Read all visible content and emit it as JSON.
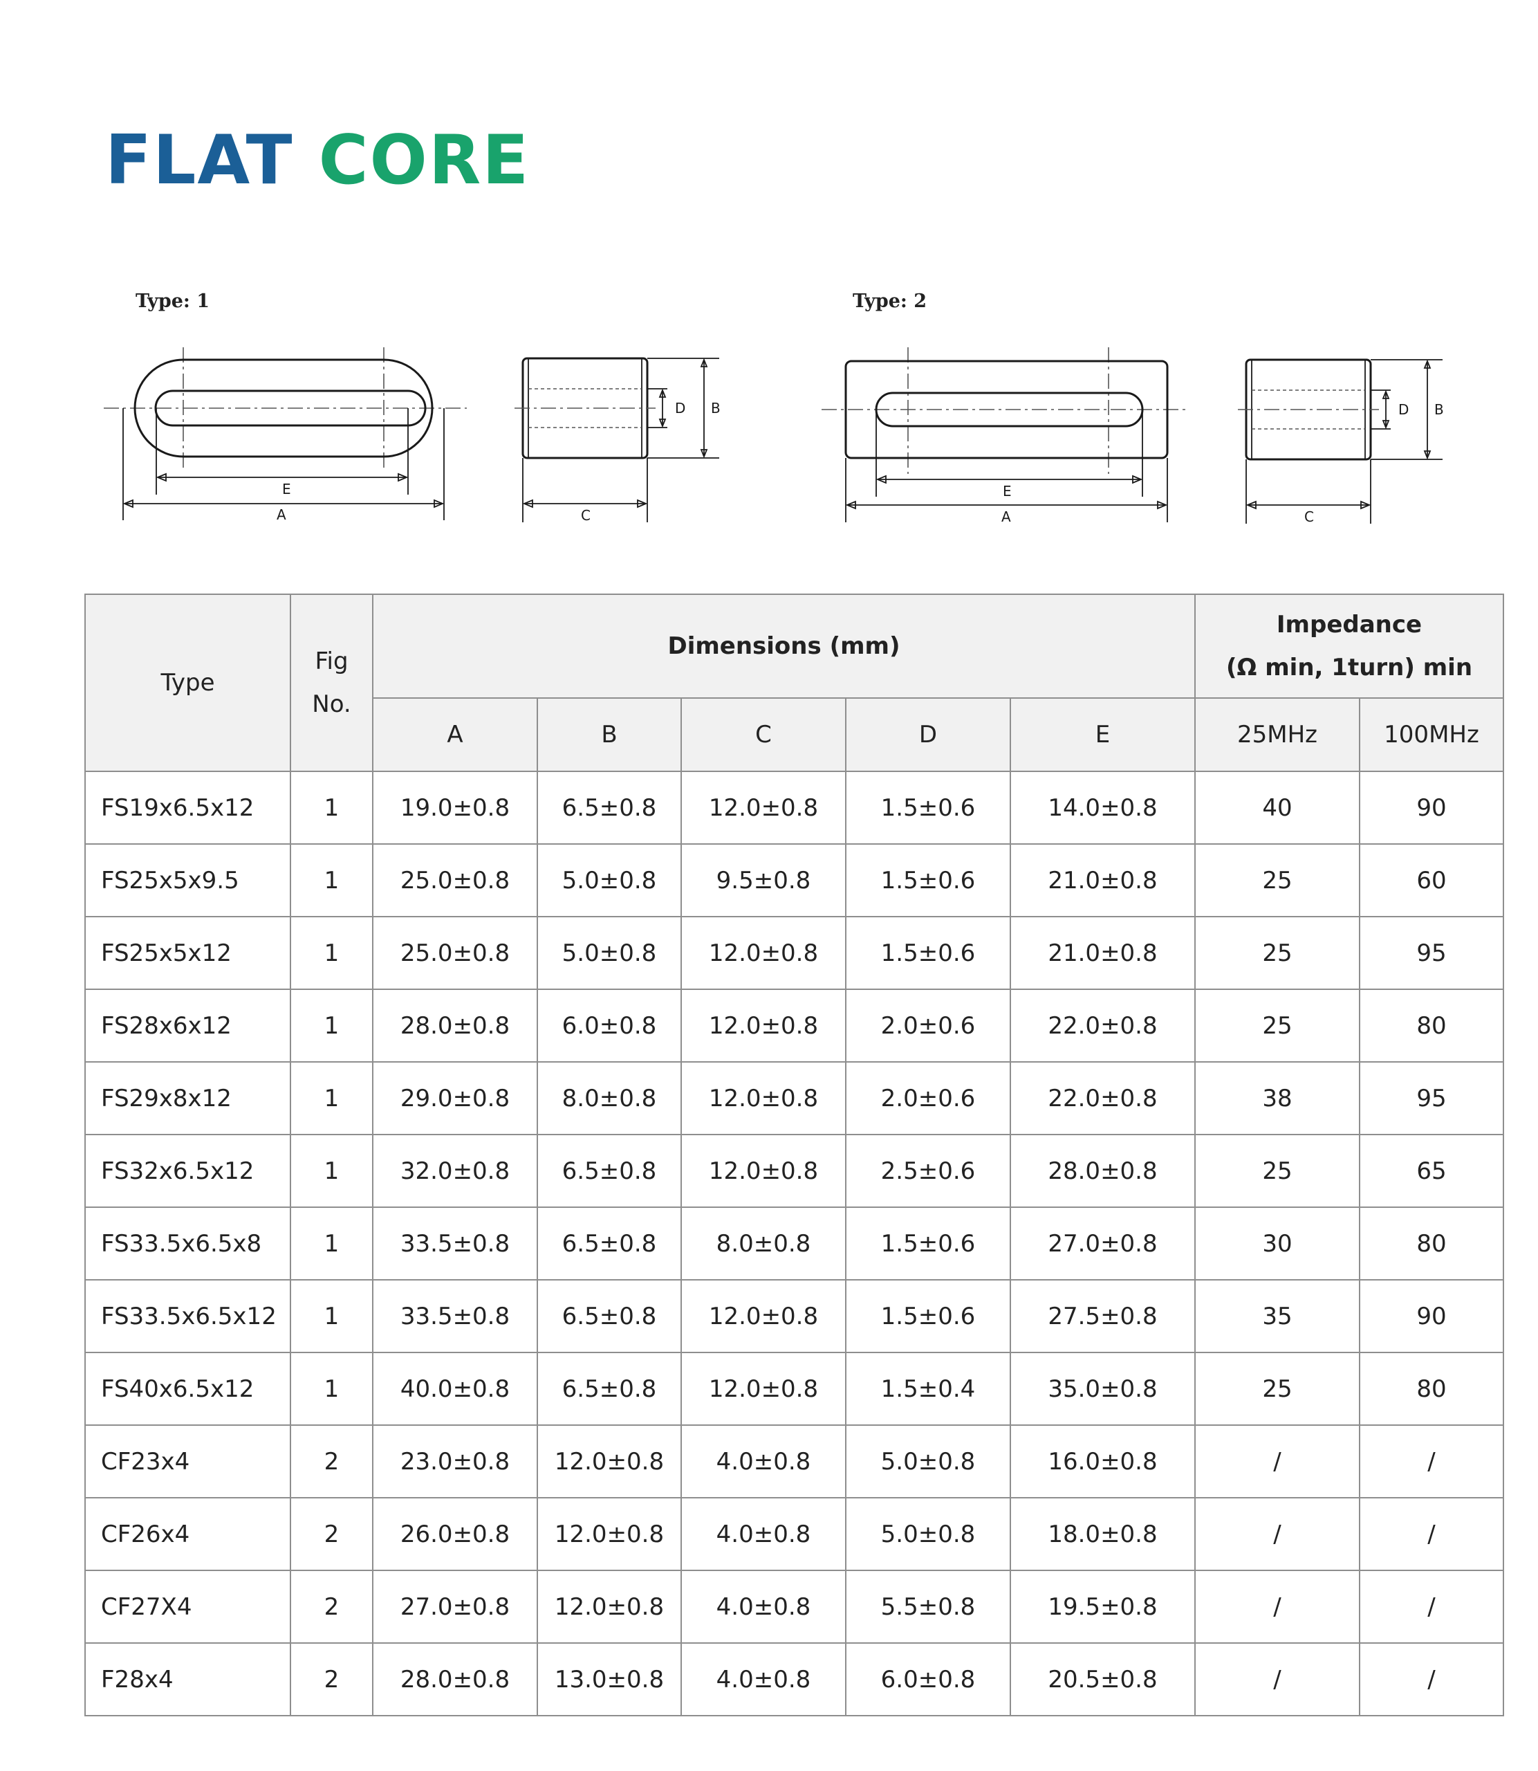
{
  "title": {
    "word1": "FLAT",
    "word2": "CORE"
  },
  "diagrams": {
    "type1": {
      "label": "Type: 1",
      "dim_labels": [
        "E",
        "A",
        "C",
        "D",
        "B"
      ]
    },
    "type2": {
      "label": "Type: 2",
      "dim_labels": [
        "E",
        "A",
        "C",
        "D",
        "B"
      ]
    }
  },
  "table": {
    "header": {
      "type": "Type",
      "fig": [
        "Fig",
        "No."
      ],
      "dimensions": "Dimensions (mm)",
      "impedance": [
        "Impedance",
        "(Ω  min, 1turn) min"
      ],
      "dim_cols": [
        "A",
        "B",
        "C",
        "D",
        "E"
      ],
      "imp_cols": [
        "25MHz",
        "100MHz"
      ]
    },
    "rows": [
      [
        "FS19x6.5x12",
        "1",
        "19.0±0.8",
        "6.5±0.8",
        "12.0±0.8",
        "1.5±0.6",
        "14.0±0.8",
        "40",
        "90"
      ],
      [
        "FS25x5x9.5",
        "1",
        "25.0±0.8",
        "5.0±0.8",
        "9.5±0.8",
        "1.5±0.6",
        "21.0±0.8",
        "25",
        "60"
      ],
      [
        "FS25x5x12",
        "1",
        "25.0±0.8",
        "5.0±0.8",
        "12.0±0.8",
        "1.5±0.6",
        "21.0±0.8",
        "25",
        "95"
      ],
      [
        "FS28x6x12",
        "1",
        "28.0±0.8",
        "6.0±0.8",
        "12.0±0.8",
        "2.0±0.6",
        "22.0±0.8",
        "25",
        "80"
      ],
      [
        "FS29x8x12",
        "1",
        "29.0±0.8",
        "8.0±0.8",
        "12.0±0.8",
        "2.0±0.6",
        "22.0±0.8",
        "38",
        "95"
      ],
      [
        "FS32x6.5x12",
        "1",
        "32.0±0.8",
        "6.5±0.8",
        "12.0±0.8",
        "2.5±0.6",
        "28.0±0.8",
        "25",
        "65"
      ],
      [
        "FS33.5x6.5x8",
        "1",
        "33.5±0.8",
        "6.5±0.8",
        "8.0±0.8",
        "1.5±0.6",
        "27.0±0.8",
        "30",
        "80"
      ],
      [
        "FS33.5x6.5x12",
        "1",
        "33.5±0.8",
        "6.5±0.8",
        "12.0±0.8",
        "1.5±0.6",
        "27.5±0.8",
        "35",
        "90"
      ],
      [
        "FS40x6.5x12",
        "1",
        "40.0±0.8",
        "6.5±0.8",
        "12.0±0.8",
        "1.5±0.4",
        "35.0±0.8",
        "25",
        "80"
      ],
      [
        "CF23x4",
        "2",
        "23.0±0.8",
        "12.0±0.8",
        "4.0±0.8",
        "5.0±0.8",
        "16.0±0.8",
        "/",
        "/"
      ],
      [
        "CF26x4",
        "2",
        "26.0±0.8",
        "12.0±0.8",
        "4.0±0.8",
        "5.0±0.8",
        "18.0±0.8",
        "/",
        "/"
      ],
      [
        "CF27X4",
        "2",
        "27.0±0.8",
        "12.0±0.8",
        "4.0±0.8",
        "5.5±0.8",
        "19.5±0.8",
        "/",
        "/"
      ],
      [
        "F28x4",
        "2",
        "28.0±0.8",
        "13.0±0.8",
        "4.0±0.8",
        "6.0±0.8",
        "20.5±0.8",
        "/",
        "/"
      ]
    ]
  }
}
